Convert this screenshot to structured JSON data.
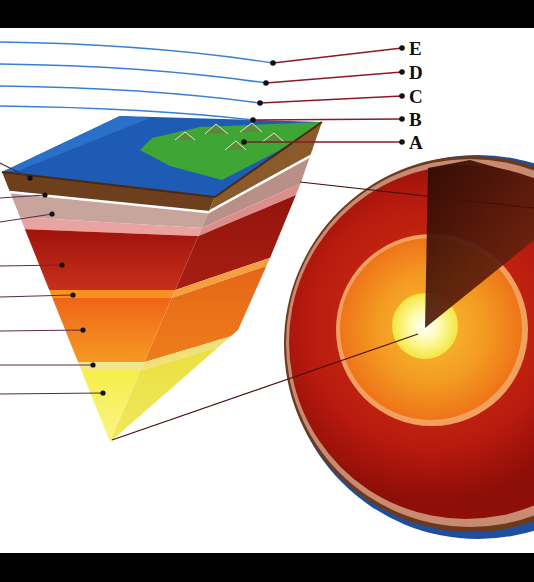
{
  "diagram": {
    "labels": [
      "E",
      "D",
      "C",
      "B",
      "A"
    ]
  }
}
